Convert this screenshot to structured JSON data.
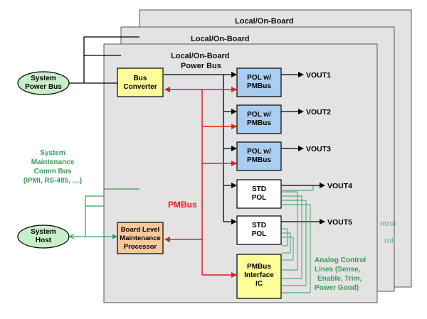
{
  "boards": {
    "back_label": "Local/On-Board",
    "middle_label": "Local/On-Board",
    "front_title_line1": "Local/On-Board",
    "front_title_line2": "Power Bus"
  },
  "system_power_bus": {
    "line1": "System",
    "line2": "Power Bus"
  },
  "system_host": {
    "line1": "System",
    "line2": "Host"
  },
  "bus_converter": {
    "line1": "Bus",
    "line2": "Converter"
  },
  "board_processor": {
    "line1": "Board Level",
    "line2": "Maintenance",
    "line3": "Processor"
  },
  "pol_blocks": [
    {
      "line1": "POL w/",
      "line2": "PMBus",
      "output": "VOUT1"
    },
    {
      "line1": "POL w/",
      "line2": "PMBus",
      "output": "VOUT2"
    },
    {
      "line1": "POL w/",
      "line2": "PMBus",
      "output": "VOUT3"
    }
  ],
  "std_blocks": [
    {
      "line1": "STD",
      "line2": "POL",
      "output": "VOUT4"
    },
    {
      "line1": "STD",
      "line2": "POL",
      "output": "VOUT5"
    }
  ],
  "pmbus_ic": {
    "line1": "PMBus",
    "line2": "Interface",
    "line3": "IC"
  },
  "labels": {
    "pmbus": "PMBus",
    "maintenance_line1": "System",
    "maintenance_line2": "Maintenance",
    "maintenance_line3": "Comm Bus",
    "maintenance_line4": "(IPMI, RS-485, …)",
    "analog_line1": "Analog Control",
    "analog_line2": "Lines (Sense,",
    "analog_line3": "Enable, Trim,",
    "analog_line4": "Power Good)"
  },
  "colors": {
    "board_fill": "#e3e3e3",
    "pol_fill": "#a9cdf0",
    "yellow_fill": "#ffff99",
    "orange_fill": "#f7c99b",
    "green_fill": "#c8f0c8",
    "std_fill": "#ffffff",
    "pmbus_line": "#e02020",
    "green_line": "#3c9a5a"
  }
}
